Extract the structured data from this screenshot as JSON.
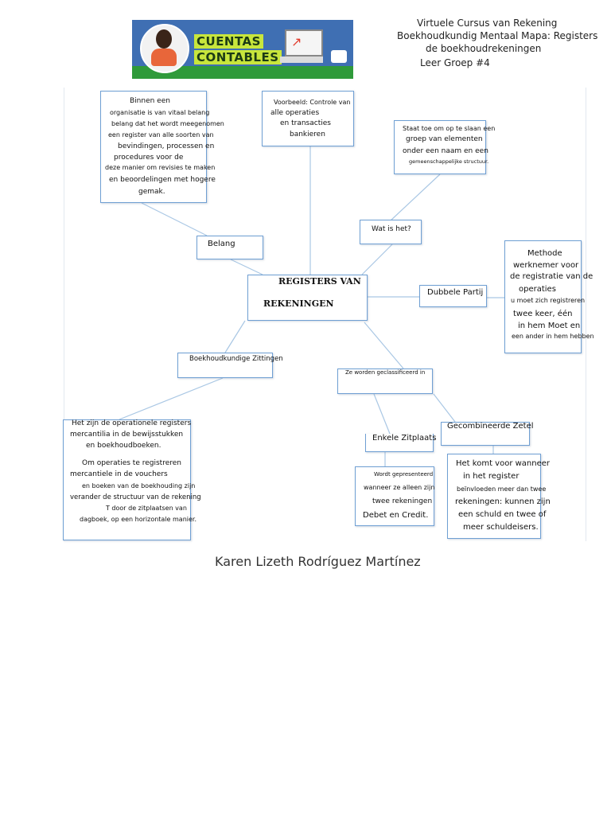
{
  "header": {
    "line1": "Virtuele Cursus van Rekening",
    "line2": "Boekhoudkundig Mentaal Mapa: Registers",
    "line3": "de boekhoudrekeningen",
    "line4": "Leer Groep #4"
  },
  "banner": {
    "title_line1": "CUENTAS",
    "title_line2": "CONTABLES",
    "chart_arrow_icon": "trend-up-arrow"
  },
  "map": {
    "center": {
      "line1": "REGISTERS VAN",
      "line2": "REKENINGEN"
    },
    "belang": {
      "label": "Belang",
      "desc": [
        "Binnen een",
        "organisatie is van vitaal belang",
        "belang dat het wordt meegenomen",
        "een register van alle soorten van",
        "bevindingen, processen en",
        "procedures voor de",
        "deze manier om revisies te maken",
        "en beoordelingen met hogere",
        "gemak."
      ]
    },
    "voorbeeld": {
      "desc": [
        "Voorbeeld: Controle van",
        "alle operaties",
        "en transacties",
        "bankieren"
      ]
    },
    "wat": {
      "label": "Wat is het?",
      "desc": [
        "Staat toe om op te slaan een",
        "groep van elementen",
        "onder een naam en een",
        "gemeenschappelijke structuur."
      ]
    },
    "dubbele": {
      "label": "Dubbele Partij",
      "desc": [
        "Methode",
        "werknemer voor",
        "de registratie van de",
        "operaties",
        "u moet zich registreren",
        "twee keer, één",
        "in hem Moet en",
        "een ander in hem hebben"
      ]
    },
    "zittingen": {
      "label": "Boekhoudkundige Zittingen",
      "desc": [
        "Het zijn de operationele registers",
        "mercantilia in de bewijsstukken",
        "en boekhoudboeken.",
        "Om operaties te registreren",
        "mercantiele in de vouchers",
        "en boeken van de boekhouding zijn",
        "verander de structuur van de rekening",
        "T door de zitplaatsen van",
        "dagboek, op een horizontale manier."
      ]
    },
    "geclass": {
      "label": "Ze worden geclassificeerd in"
    },
    "enkele": {
      "label": "Enkele Zitplaats",
      "desc": [
        "Wordt gepresenteerd",
        "wanneer ze alleen zijn",
        "twee rekeningen",
        "Debet en Credit."
      ]
    },
    "gecombineerde": {
      "label": "Gecombineerde Zetel",
      "desc": [
        "Het komt voor wanneer",
        "in het register",
        "beïnvloeden meer dan twee",
        "rekeningen: kunnen zijn",
        "een schuld en twee of",
        "meer schuldeisers."
      ]
    }
  },
  "author": "Karen Lizeth Rodríguez Martínez",
  "colors": {
    "box_border": "#6f9fd3",
    "connector": "#a9c7e4",
    "banner_blue": "#3f6fb3",
    "banner_green": "#2f9a3a",
    "banner_title_bg": "#c8e63c"
  }
}
